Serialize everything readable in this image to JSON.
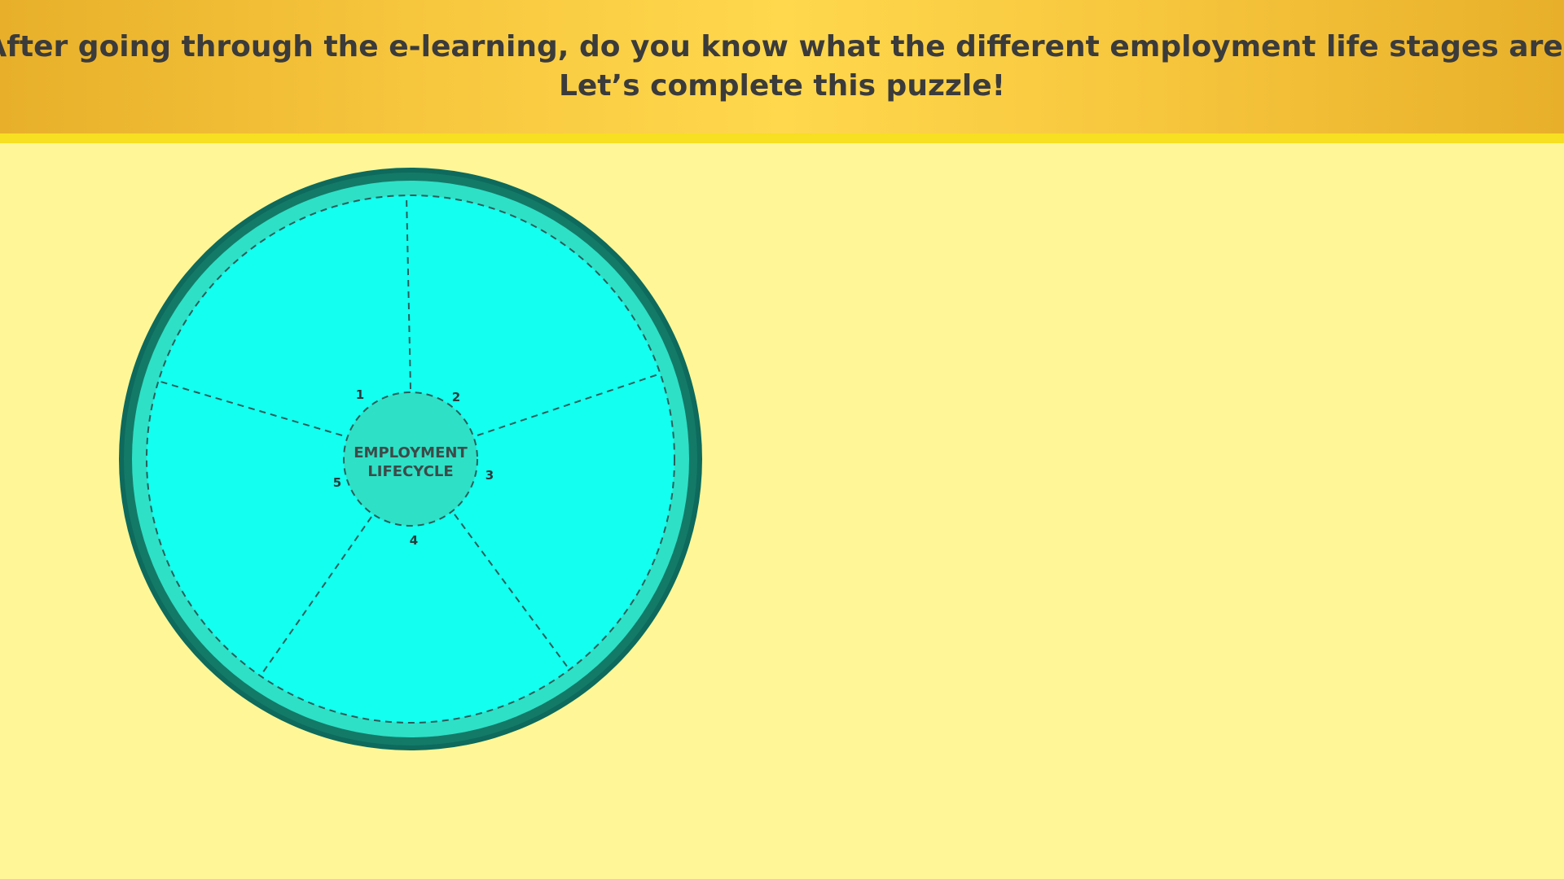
{
  "header": {
    "line1": "After going through the e-learning, do you know what the different employment life stages are?",
    "line2": "Let’s complete this puzzle!"
  },
  "wheel": {
    "hub_line1": "EMPLOYMENT",
    "hub_line2": "LIFECYCLE",
    "slots": [
      "1",
      "2",
      "3",
      "4",
      "5"
    ]
  },
  "colors": {
    "background": "#fff797",
    "banner": "#f6c53c",
    "banner_strip": "#f7df22",
    "wheel_outer": "#0d6a5c",
    "wheel_ring": "#2ee0c6",
    "wheel_fill": "#13fff0",
    "hub_fill": "#2ee0c6",
    "text_dark": "#3b3b3b"
  }
}
